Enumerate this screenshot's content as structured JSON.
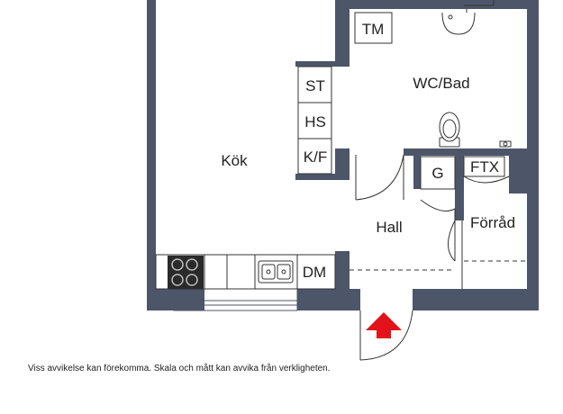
{
  "colors": {
    "wall": "#4d5569",
    "wall_light": "#c8ccd4",
    "arrow": "#e3131b",
    "fixture_line": "#333333",
    "floor": "#ffffff"
  },
  "rooms": {
    "kitchen": "Kök",
    "bathroom": "WC/Bad",
    "hall": "Hall",
    "storage": "Förråd"
  },
  "fixtures": {
    "washing_machine": "TM",
    "wardrobe": "ST",
    "linen_cabinet": "HS",
    "fridge_freezer": "K/F",
    "wardrobe_hall": "G",
    "ventilation": "FTX",
    "dishwasher": "DM"
  },
  "entrance": {
    "icon": "entrance-arrow-icon"
  },
  "disclaimer": "Viss avvikelse kan förekomma. Skala och mått kan avvika från verkligheten."
}
